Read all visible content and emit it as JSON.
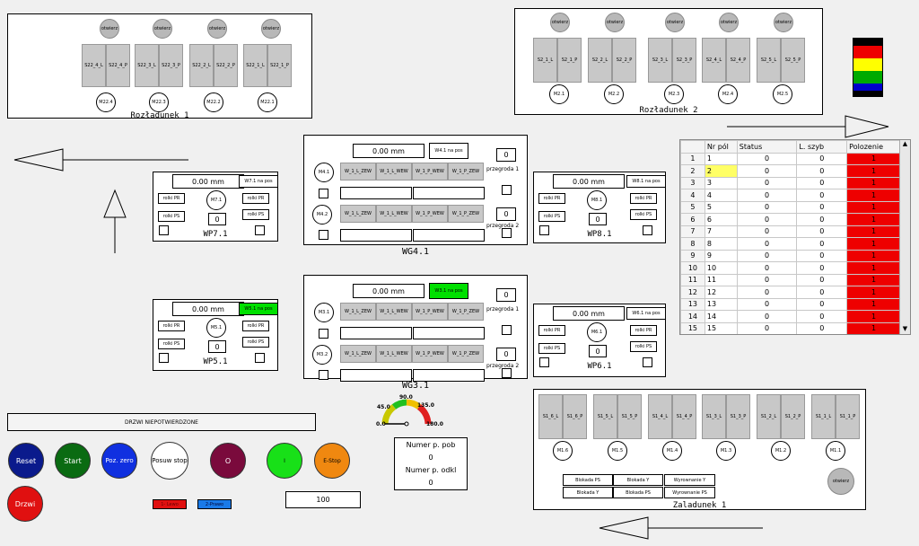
{
  "rozladunek1": {
    "title": "Rozładunek 1",
    "buttons": [
      "otwierz",
      "otwierz",
      "otwierz",
      "otwierz"
    ],
    "boxes": [
      [
        "S22_4_L",
        "S22_4_P"
      ],
      [
        "S22_3_L",
        "S22_3_P"
      ],
      [
        "S22_2_L",
        "S22_2_P"
      ],
      [
        "S22_1_L",
        "S22_1_P"
      ]
    ],
    "motors": [
      "M22.4",
      "M22.3",
      "M22.2",
      "M22.1"
    ]
  },
  "rozladunek2": {
    "title": "Rozładunek 2",
    "buttons": [
      "otwierz",
      "otwierz",
      "otwierz",
      "otwierz",
      "otwierz"
    ],
    "boxes": [
      [
        "S2_1_L",
        "S2_1_P"
      ],
      [
        "S2_2_L",
        "S2_2_P"
      ],
      [
        "S2_3_L",
        "S2_3_P"
      ],
      [
        "S2_4_L",
        "S2_4_P"
      ],
      [
        "S2_5_L",
        "S2_5_P"
      ]
    ],
    "motors": [
      "M2.1",
      "M2.2",
      "M2.3",
      "M2.4",
      "M2.5"
    ]
  },
  "wp71": {
    "title": "WP7.1",
    "mm": "0.00 mm",
    "pos": "W7.1 na pos",
    "motor": "M7.1",
    "rolki_pr": "rolki PR",
    "rolki_ps": "rolki PS",
    "rolki_pr2": "rolki PR",
    "rolki_ps2": "rolki PS",
    "count": "0"
  },
  "wp51": {
    "title": "WP5.1",
    "mm": "0.00 mm",
    "pos": "W5.1 na pos",
    "motor": "M5.1",
    "rolki_pr": "rolki PR",
    "rolki_ps": "rolki PS",
    "rolki_pr2": "rolki PR",
    "rolki_ps2": "rolki PS",
    "count": "0"
  },
  "wp81": {
    "title": "WP8.1",
    "mm": "0.00 mm",
    "pos": "W8.1 na pos",
    "motor": "M8.1",
    "rolki_pr": "rolki PR",
    "rolki_ps": "rolki PS",
    "rolki_pr2": "rolki PR",
    "rolki_ps2": "rolki PS",
    "count": "0"
  },
  "wp61": {
    "title": "WP6.1",
    "mm": "0.00 mm",
    "pos": "W6.1 na pos",
    "motor": "M6.1",
    "rolki_pr": "rolki PR",
    "rolki_ps": "rolki PS",
    "rolki_pr2": "rolki PR",
    "rolki_ps2": "rolki PS",
    "count": "0"
  },
  "wg41": {
    "title": "WG4.1",
    "mm": "0.00 mm",
    "pos": "W4.1 na pos",
    "m1": "M4.1",
    "m2": "M4.2",
    "row1": [
      "W_1_L_ZEW",
      "W_1_L_WEW",
      "W_1_P_WEW",
      "W_1_P_ZEW"
    ],
    "row2": [
      "W_1_L_ZEW",
      "W_1_L_WEW",
      "W_1_P_WEW",
      "W_1_P_ZEW"
    ],
    "c1": "0",
    "c2": "0",
    "p1": "przegroda 1",
    "p2": "przegroda 2"
  },
  "wg31": {
    "title": "WG3.1",
    "mm": "0.00 mm",
    "pos": "W3.1 na pos",
    "m1": "M3.1",
    "m2": "M3.2",
    "row1": [
      "W_1_L_ZEW",
      "W_1_L_WEW",
      "W_1_P_WEW",
      "W_1_P_ZEW"
    ],
    "row2": [
      "W_1_L_ZEW",
      "W_1_L_WEW",
      "W_1_P_WEW",
      "W_1_P_ZEW"
    ],
    "c1": "0",
    "c2": "0",
    "p1": "przegroda 1",
    "p2": "przegroda 2"
  },
  "zaladunek1": {
    "title": "Zaladunek 1",
    "boxes": [
      [
        "S1_6_L",
        "S1_6_P"
      ],
      [
        "S1_5_L",
        "S1_5_P"
      ],
      [
        "S1_4_L",
        "S1_4_P"
      ],
      [
        "S1_3_L",
        "S1_3_P"
      ],
      [
        "S1_2_L",
        "S1_2_P"
      ],
      [
        "S1_1_L",
        "S1_1_P"
      ]
    ],
    "motors": [
      "M1.6",
      "M1.5",
      "M1.4",
      "M1.3",
      "M1.2",
      "M1.1"
    ],
    "otwierz": "otwierz",
    "blok": [
      [
        "Blokada PS",
        "Blokada Y",
        "Wyrownanie Y"
      ],
      [
        "Blokada Y",
        "Blokada PS",
        "Wyrownanie PS"
      ]
    ]
  },
  "table": {
    "headers": [
      "",
      "Nr pól",
      "Status",
      "L. szyb",
      "Polozenie"
    ],
    "rows": [
      [
        "1",
        "1",
        "0",
        "0",
        "1"
      ],
      [
        "2",
        "2",
        "0",
        "0",
        "1"
      ],
      [
        "3",
        "3",
        "0",
        "0",
        "1"
      ],
      [
        "4",
        "4",
        "0",
        "0",
        "1"
      ],
      [
        "5",
        "5",
        "0",
        "0",
        "1"
      ],
      [
        "6",
        "6",
        "0",
        "0",
        "1"
      ],
      [
        "7",
        "7",
        "0",
        "0",
        "1"
      ],
      [
        "8",
        "8",
        "0",
        "0",
        "1"
      ],
      [
        "9",
        "9",
        "0",
        "0",
        "1"
      ],
      [
        "10",
        "10",
        "0",
        "0",
        "1"
      ],
      [
        "11",
        "11",
        "0",
        "0",
        "1"
      ],
      [
        "12",
        "12",
        "0",
        "0",
        "1"
      ],
      [
        "13",
        "13",
        "0",
        "0",
        "1"
      ],
      [
        "14",
        "14",
        "0",
        "0",
        "1"
      ],
      [
        "15",
        "15",
        "0",
        "0",
        "1"
      ]
    ]
  },
  "status": {
    "drzwi": "DRZWI NIEPOTWIERDZONE"
  },
  "buttons": {
    "reset": "Reset",
    "start": "Start",
    "poz_zero": "Poz. zero",
    "posuw": "Posuw stop",
    "o": "O",
    "one": "I",
    "estop": "E-Stop",
    "drzwi": "Drzwi",
    "lewo": "1- Lewo",
    "prawo": "2-Prawo"
  },
  "value100": "100",
  "numer": {
    "pob": "Numer p. pob",
    "pob_v": "0",
    "odkl": "Numer p. odkl",
    "odkl_v": "0"
  },
  "gauge": {
    "min": "0.0",
    "t1": "45.0",
    "t2": "90.0",
    "t3": "135.0",
    "max": "180.0",
    "value": 0
  },
  "colors": {
    "green": "#00e000",
    "red": "#ee0000",
    "yellow": "#ffff66"
  }
}
